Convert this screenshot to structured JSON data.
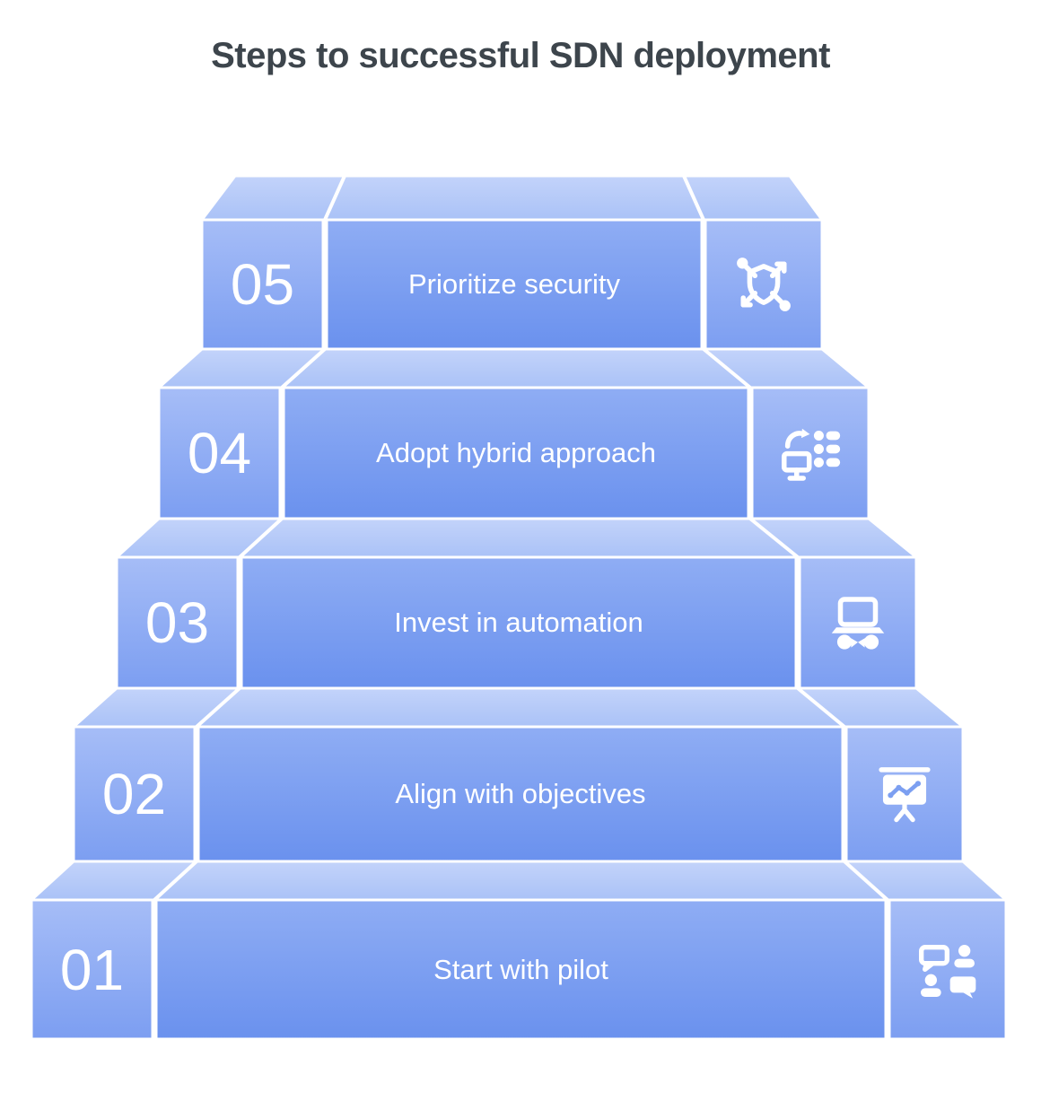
{
  "title": "Steps to successful SDN deployment",
  "colors": {
    "top_face": "#b9ccf9",
    "front_side_top": "#a6bdf7",
    "front_side_bottom": "#7c9ef1",
    "front_center_top": "#8fadf4",
    "front_center_bottom": "#6a91ee",
    "seam": "#ffffff",
    "title_text": "#3d454c",
    "step_text": "#ffffff"
  },
  "steps": [
    {
      "number": "05",
      "label": "Prioritize security",
      "icon": "security-network-icon"
    },
    {
      "number": "04",
      "label": "Adopt hybrid approach",
      "icon": "hybrid-workflow-icon"
    },
    {
      "number": "03",
      "label": "Invest in automation",
      "icon": "automation-laptop-icon"
    },
    {
      "number": "02",
      "label": "Align with objectives",
      "icon": "presentation-chart-icon"
    },
    {
      "number": "01",
      "label": "Start with pilot",
      "icon": "discussion-icon"
    }
  ]
}
